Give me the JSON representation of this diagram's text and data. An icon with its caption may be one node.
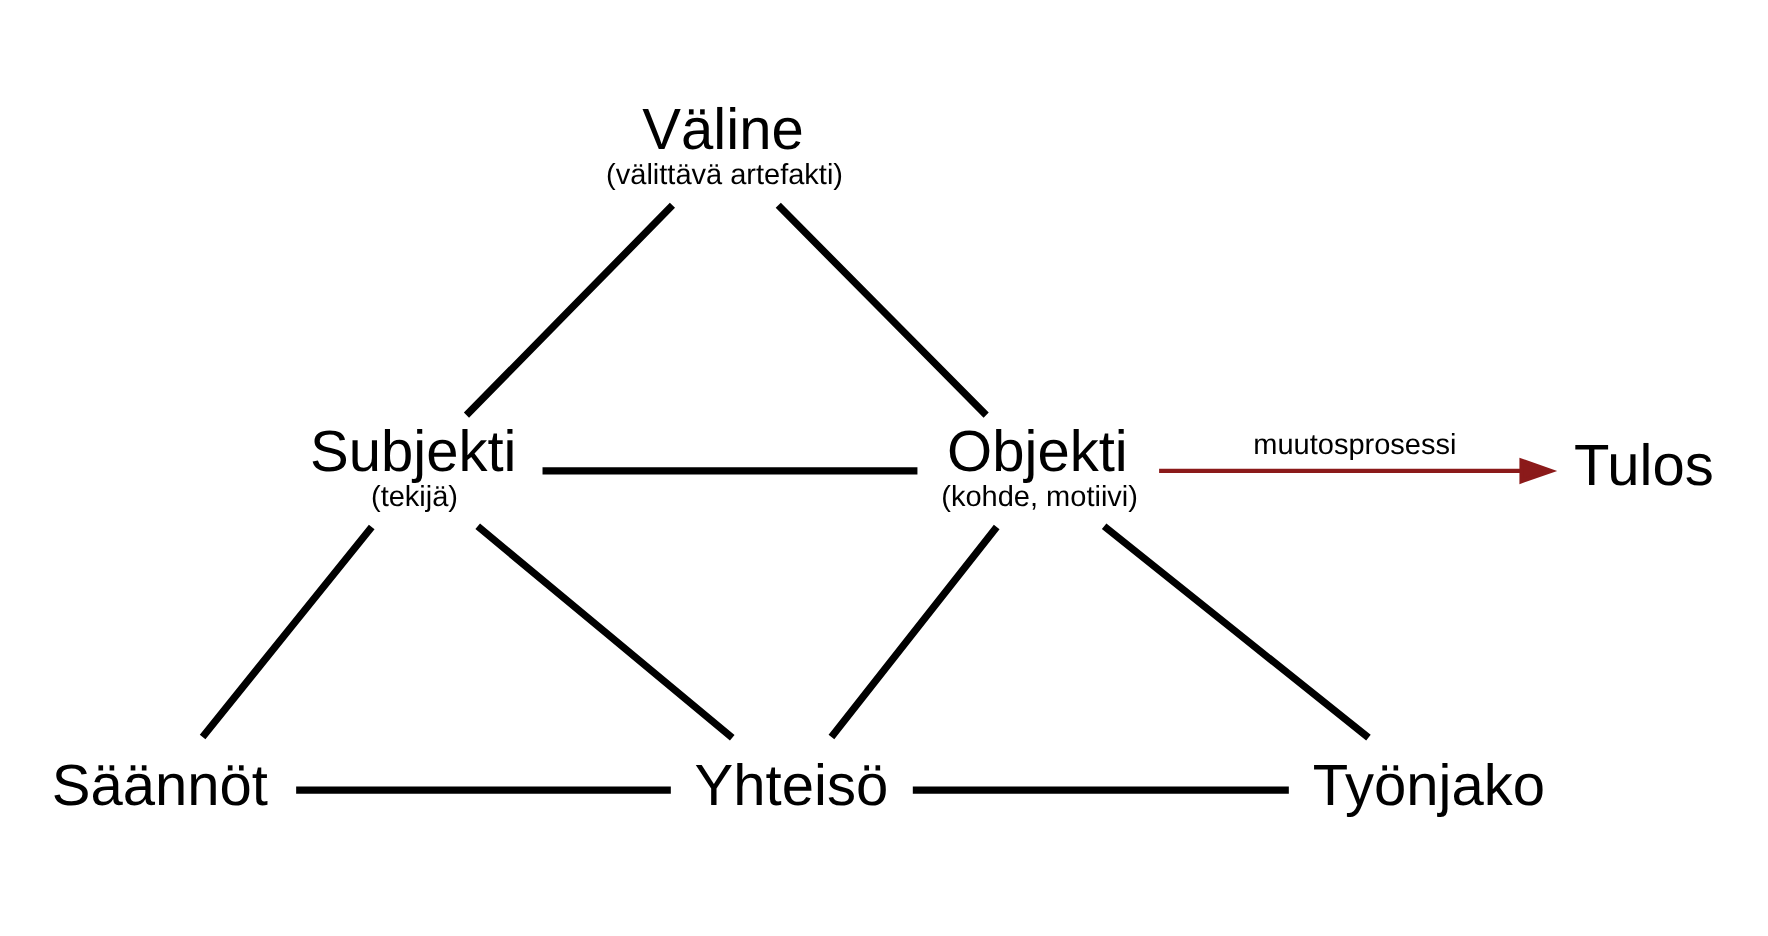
{
  "diagram": {
    "nodes": [
      {
        "text": [
          "Väline",
          "(välittävä artefakti)"
        ]
      },
      {
        "text": [
          "Subjekti",
          "(tekijä)"
        ]
      },
      {
        "text": [
          "Objekti",
          "(kohde, motiivi)"
        ]
      },
      {
        "text": [
          "Tulos"
        ]
      },
      {
        "text": [
          "Säännöt"
        ]
      },
      {
        "text": [
          "Yhteisö"
        ]
      },
      {
        "text": [
          "Työnjako"
        ]
      }
    ],
    "edges": [
      {
        "from": 0,
        "to": 1,
        "arrow": "none"
      },
      {
        "from": 0,
        "to": 2,
        "arrow": "none"
      },
      {
        "from": 1,
        "to": 2,
        "arrow": "none"
      },
      {
        "from": 1,
        "to": 4,
        "arrow": "none"
      },
      {
        "from": 1,
        "to": 5,
        "arrow": "none"
      },
      {
        "from": 2,
        "to": 5,
        "arrow": "none"
      },
      {
        "from": 2,
        "to": 6,
        "arrow": "none"
      },
      {
        "from": 4,
        "to": 5,
        "arrow": "none"
      },
      {
        "from": 5,
        "to": 6,
        "arrow": "none"
      },
      {
        "from": 2,
        "to": 3,
        "arrow": "to",
        "label": "muutosprosessi",
        "color": "#8b1a1a"
      }
    ]
  }
}
